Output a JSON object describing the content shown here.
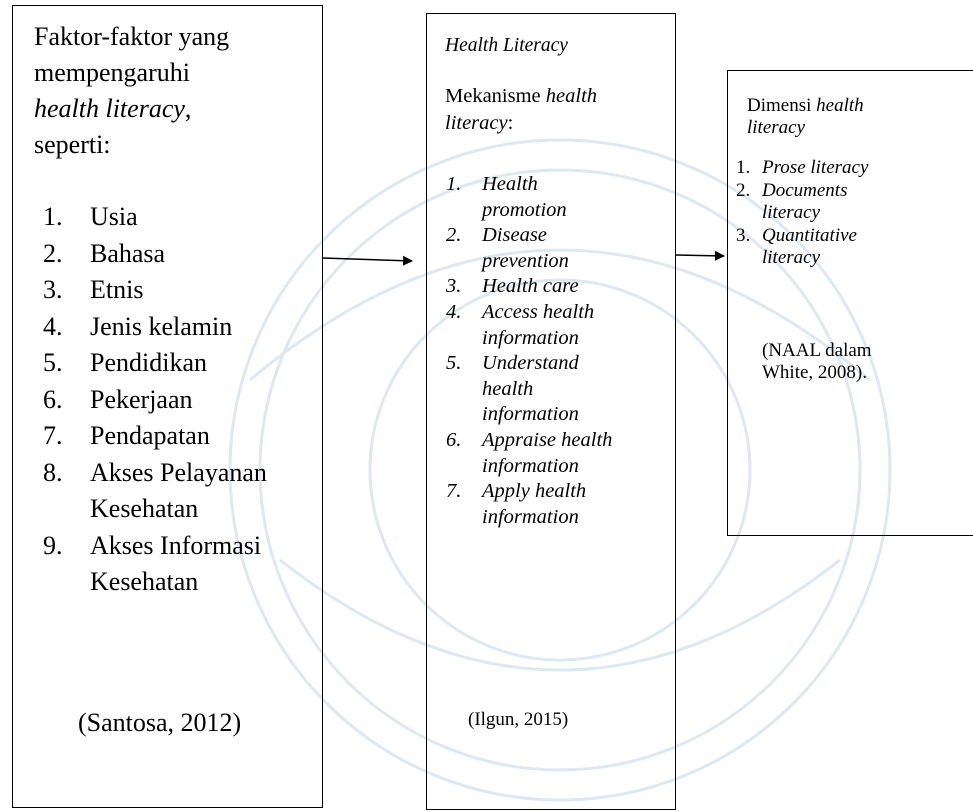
{
  "box1": {
    "heading_line1": "Faktor-faktor yang",
    "heading_line2": "mempengaruhi",
    "heading_italic": "health literacy",
    "heading_comma": ",",
    "heading_line4": "seperti:",
    "items": [
      {
        "num": "1.",
        "lines": [
          "Usia"
        ]
      },
      {
        "num": "2.",
        "lines": [
          "Bahasa"
        ]
      },
      {
        "num": "3.",
        "lines": [
          "Etnis"
        ]
      },
      {
        "num": "4.",
        "lines": [
          "Jenis kelamin"
        ]
      },
      {
        "num": "5.",
        "lines": [
          "Pendidikan"
        ]
      },
      {
        "num": "6.",
        "lines": [
          "Pekerjaan"
        ]
      },
      {
        "num": "7.",
        "lines": [
          "Pendapatan"
        ]
      },
      {
        "num": "8.",
        "lines": [
          "Akses Pelayanan",
          "Kesehatan"
        ]
      },
      {
        "num": "9.",
        "lines": [
          "Akses Informasi",
          "Kesehatan"
        ]
      }
    ],
    "citation": "(Santosa, 2012)"
  },
  "box2": {
    "title": "Health Literacy",
    "subtitle_plain": "Mekanisme ",
    "subtitle_italic_1": "health",
    "subtitle_italic_2": "literacy",
    "subtitle_colon": ":",
    "items": [
      {
        "num": "1.",
        "lines": [
          "Health",
          "promotion"
        ]
      },
      {
        "num": "2.",
        "lines": [
          "Disease",
          "prevention"
        ]
      },
      {
        "num": "3.",
        "lines": [
          "Health care"
        ]
      },
      {
        "num": "4.",
        "lines": [
          "Access health",
          "information"
        ]
      },
      {
        "num": "5.",
        "lines": [
          "Understand",
          "health",
          "information"
        ]
      },
      {
        "num": "6.",
        "lines": [
          "Appraise health",
          "information"
        ]
      },
      {
        "num": "7.",
        "lines": [
          "Apply health",
          "information"
        ]
      }
    ],
    "citation": "(Ilgun, 2015)"
  },
  "box3": {
    "heading_plain": "Dimensi ",
    "heading_italic_1": "health",
    "heading_italic_2": "literacy",
    "items": [
      {
        "num": "1.",
        "lines": [
          "Prose literacy"
        ]
      },
      {
        "num": "2.",
        "lines": [
          "Documents",
          "literacy"
        ]
      },
      {
        "num": "3.",
        "lines": [
          "Quantitative",
          "literacy"
        ]
      }
    ],
    "citation_line1": "(NAAL dalam",
    "citation_line2": "White, 2008)."
  },
  "watermark": {
    "color": "#d8e4f0"
  }
}
